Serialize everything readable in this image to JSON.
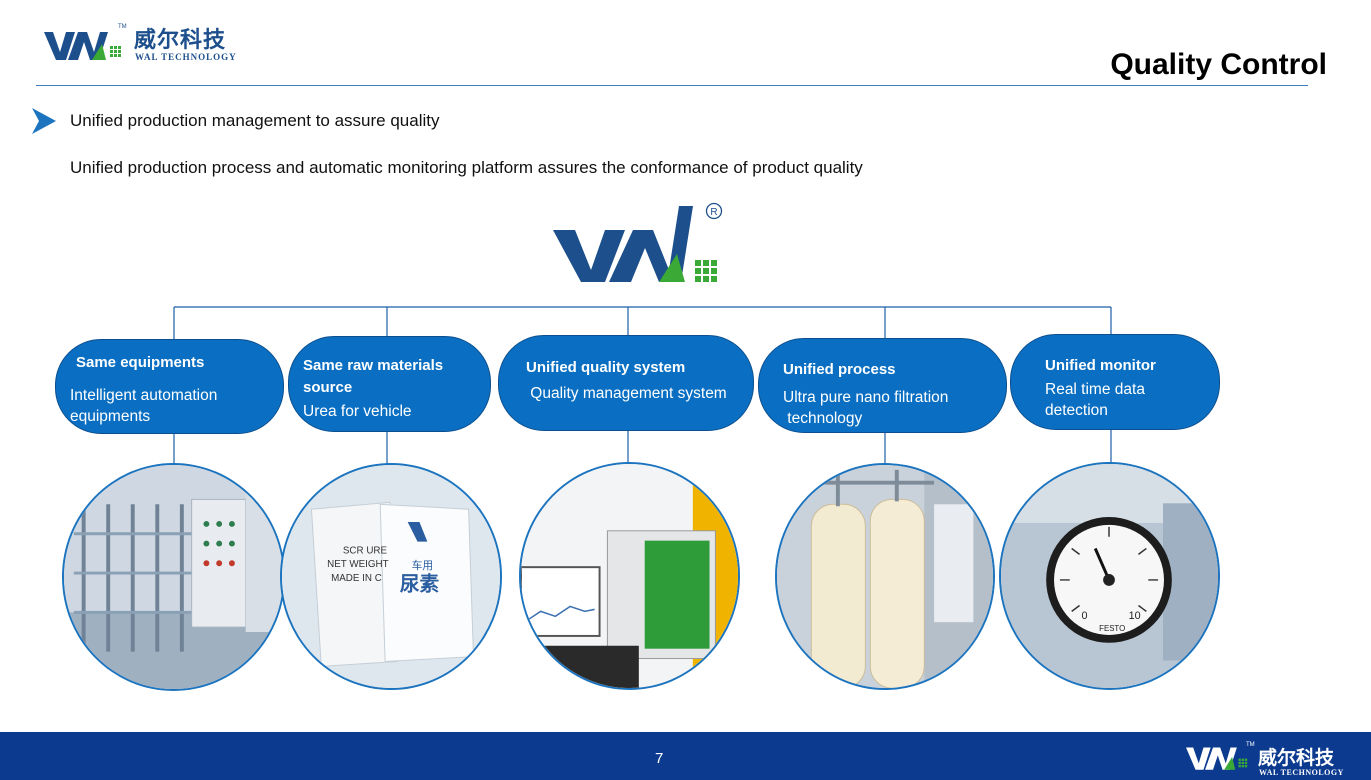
{
  "brand": {
    "cn": "威尔科技",
    "en": "WAL TECHNOLOGY",
    "tm": "TM",
    "colors": {
      "blue": "#1c4f8c",
      "green": "#3aa935"
    }
  },
  "header": {
    "title": "Quality Control"
  },
  "bullet": {
    "heading": "Unified production management to assure quality",
    "subtext": "Unified production process and automatic monitoring platform assures the conformance of product quality"
  },
  "center_logo": {
    "registered": "®"
  },
  "pills": [
    {
      "title": "Same equipments",
      "desc_lines": [
        "Intelligent automation",
        " equipments"
      ]
    },
    {
      "title_lines": [
        "Same raw materials",
        "source"
      ],
      "desc_lines": [
        "Urea for vehicle"
      ]
    },
    {
      "title": "Unified quality system",
      "desc_lines": [
        " Quality management system"
      ]
    },
    {
      "title": "Unified process",
      "desc_lines": [
        "Ultra pure nano filtration",
        " technology"
      ]
    },
    {
      "title": "Unified monitor",
      "desc_lines": [
        "Real time data",
        "detection"
      ]
    }
  ],
  "photos": [
    {
      "icon": "water-treatment-equipment-photo"
    },
    {
      "icon": "urea-bags-photo",
      "bag_text": [
        "SCR URE",
        "NET WEIGHT",
        "MADE IN C",
        "车用",
        "尿素"
      ]
    },
    {
      "icon": "quality-analyzer-photo"
    },
    {
      "icon": "filtration-tanks-photo"
    },
    {
      "icon": "pressure-gauge-photo",
      "gauge_text": [
        "0",
        "10",
        "FESTO"
      ]
    }
  ],
  "footer": {
    "page_number": "7"
  },
  "colors": {
    "pill_fill": "#0a6fc2",
    "footer_bg": "#0b3a8f",
    "rule": "#3f7fbf"
  }
}
